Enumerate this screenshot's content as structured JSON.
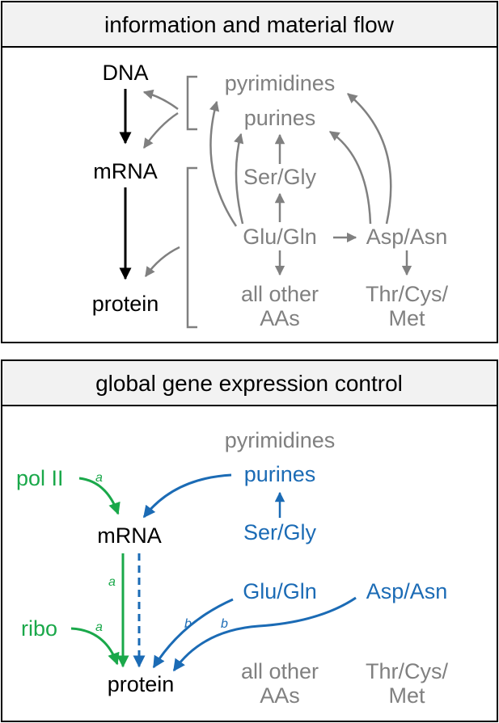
{
  "colors": {
    "black": "#000000",
    "gray": "#808080",
    "green": "#1aa84a",
    "blue": "#1b6bb5",
    "header_bg": "#f2f2f2"
  },
  "panel1": {
    "title": "information and material flow",
    "dna": "DNA",
    "mrna": "mRNA",
    "protein": "protein",
    "pyrimidines": "pyrimidines",
    "purines": "purines",
    "ser_gly": "Ser/Gly",
    "glu_gln": "Glu/Gln",
    "asp_asn": "Asp/Asn",
    "all_other_line1": "all other",
    "all_other_line2": "AAs",
    "thr_line1": "Thr/Cys/",
    "thr_line2": "Met"
  },
  "panel2": {
    "title": "global gene expression control",
    "pol2": "pol II",
    "ribo": "ribo",
    "mrna": "mRNA",
    "protein": "protein",
    "pyrimidines": "pyrimidines",
    "purines": "purines",
    "ser_gly": "Ser/Gly",
    "glu_gln": "Glu/Gln",
    "asp_asn": "Asp/Asn",
    "all_other_line1": "all other",
    "all_other_line2": "AAs",
    "thr_line1": "Thr/Cys/",
    "thr_line2": "Met",
    "label_a": "a",
    "label_b": "b"
  }
}
